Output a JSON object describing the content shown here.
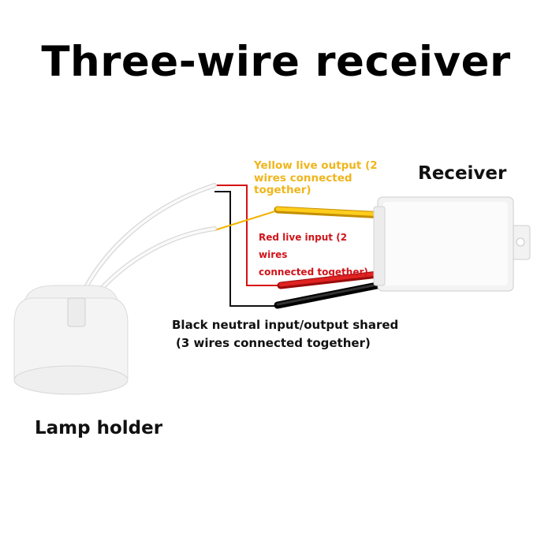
{
  "title": "Three-wire receiver",
  "labels": {
    "receiver": "Receiver",
    "lamp_holder": "Lamp holder",
    "yellow": "Yellow live output (2 wires connected together)",
    "red_line1": "Red live input (2 wires",
    "red_line2": "connected together)",
    "black_line1": "Black neutral input/output shared",
    "black_line2": "(3 wires connected together)"
  },
  "colors": {
    "yellow": "#f2b400",
    "red": "#d90f0f",
    "black": "#111111",
    "yellow_text": "#f0b51c",
    "red_text": "#d0131a"
  }
}
